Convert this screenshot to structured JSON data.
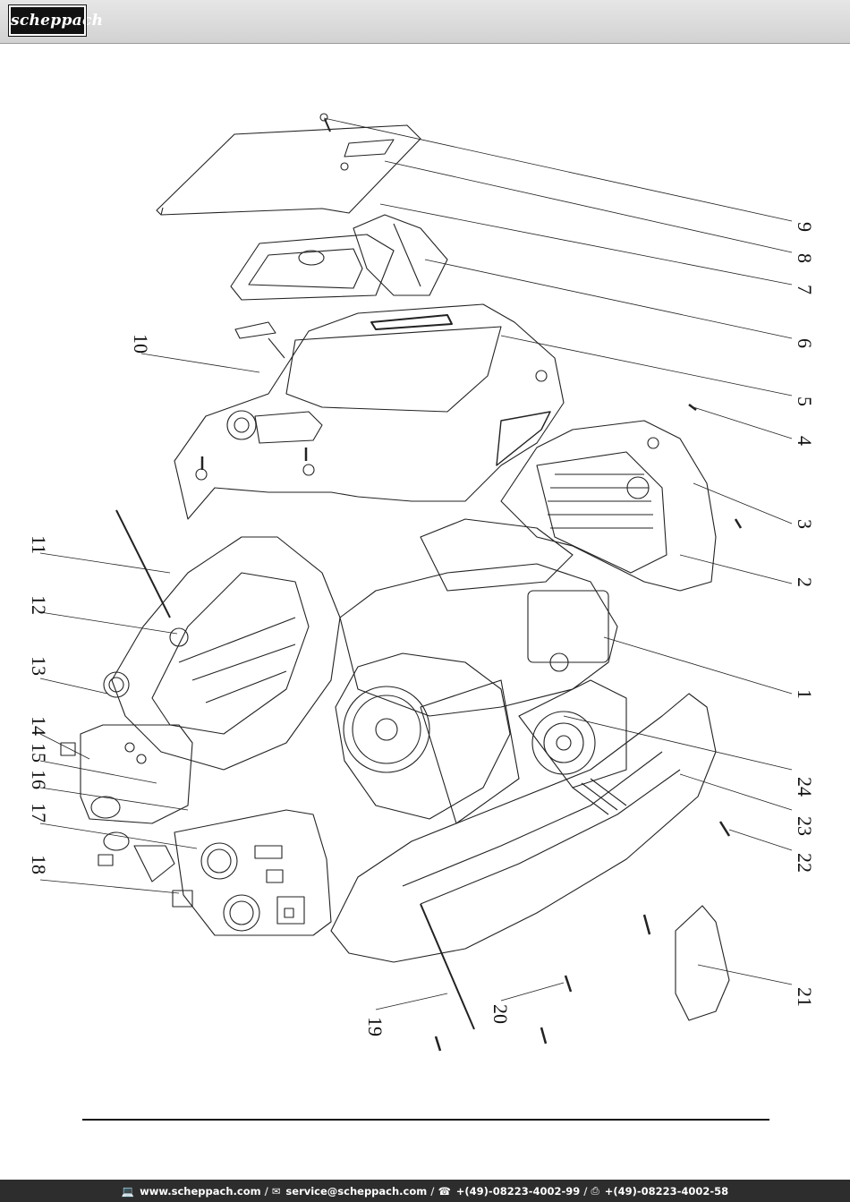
{
  "header": {
    "logo_text": "scheppach",
    "background_color": "#d9d9d9",
    "logo_color": "#111111"
  },
  "diagram": {
    "part_numbers": [
      "1",
      "2",
      "3",
      "4",
      "5",
      "6",
      "7",
      "8",
      "9",
      "10",
      "11",
      "12",
      "13",
      "14",
      "15",
      "16",
      "17",
      "18",
      "19",
      "20",
      "21",
      "22",
      "23",
      "24"
    ],
    "part_icons": [
      "screw-icon"
    ]
  },
  "footer": {
    "website": "www.scheppach.com",
    "email": "service@scheppach.com",
    "phone": "+(49)-08223-4002-99",
    "fax": "+(49)-08223-4002-58",
    "separator": "/",
    "icons": [
      "computer-icon",
      "envelope-icon",
      "telephone-icon",
      "fax-icon"
    ],
    "background_color": "#2d2d2d"
  }
}
